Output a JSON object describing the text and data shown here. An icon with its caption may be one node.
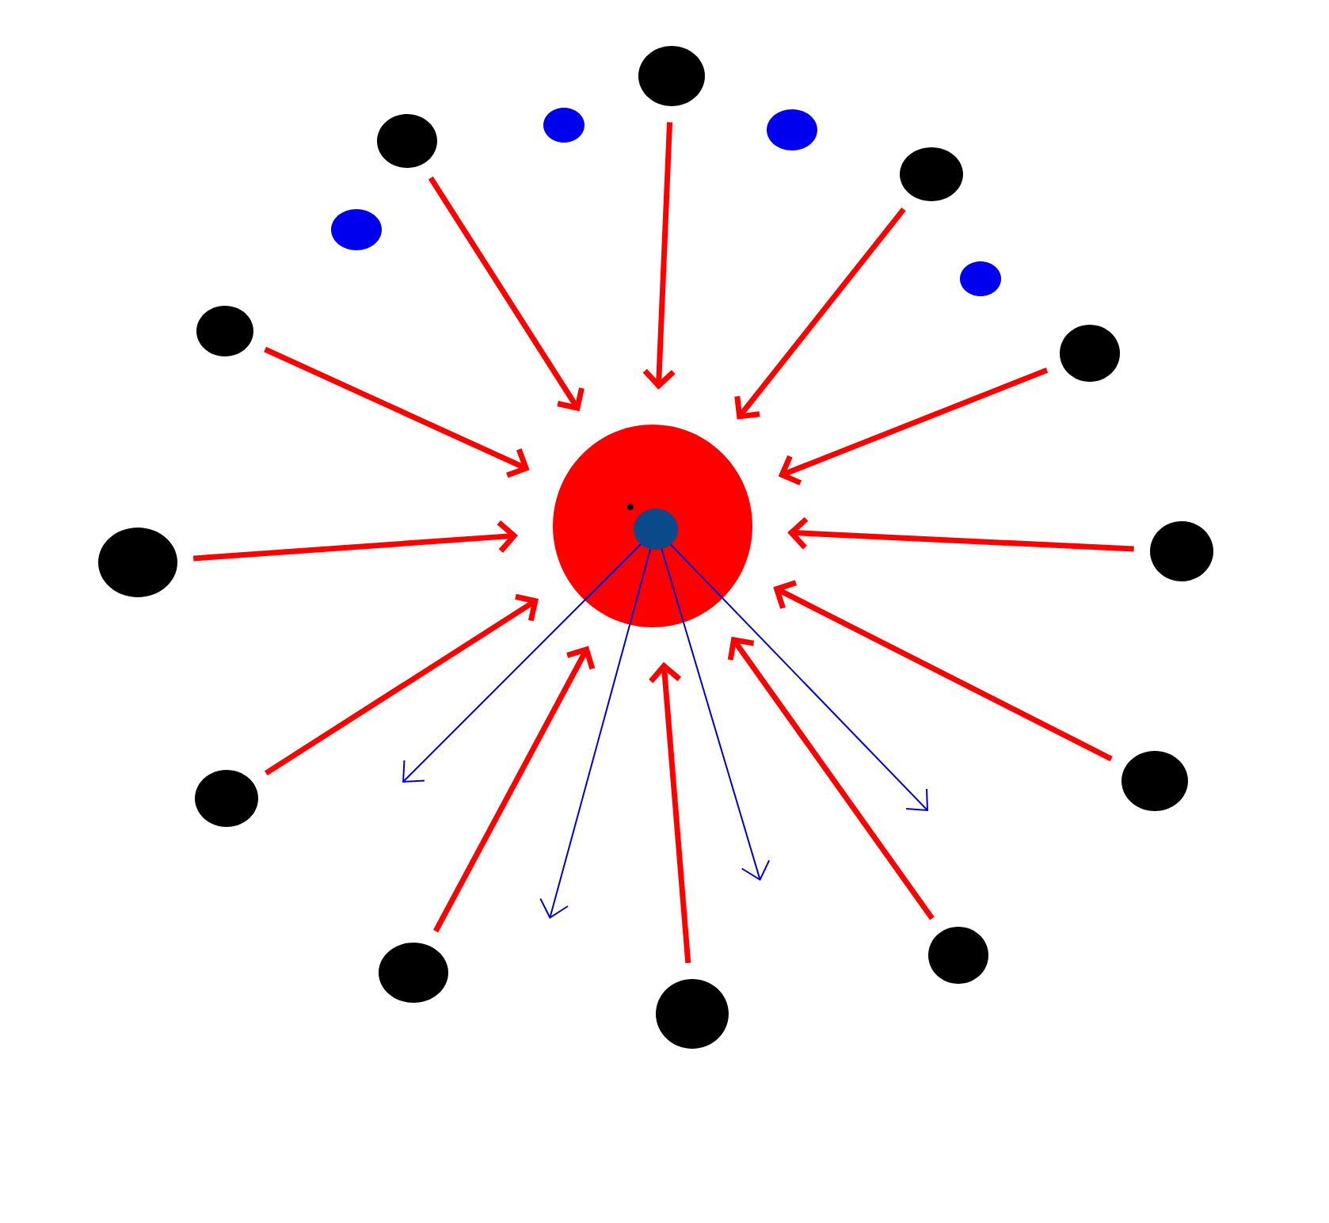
{
  "diagram": {
    "nodes": [
      {
        "text": [],
        "shape": "circle"
      },
      {
        "text": [],
        "shape": "circle"
      },
      {
        "text": [],
        "shape": "circle"
      },
      {
        "text": [],
        "shape": "circle"
      },
      {
        "text": [],
        "shape": "circle"
      },
      {
        "text": [],
        "shape": "circle"
      },
      {
        "text": [],
        "shape": "circle"
      },
      {
        "text": [],
        "shape": "circle"
      },
      {
        "text": [],
        "shape": "circle"
      },
      {
        "text": [],
        "shape": "circle"
      },
      {
        "text": [],
        "shape": "circle",
        "in": 9
      },
      {
        "text": [],
        "shape": "circle"
      },
      {
        "text": [],
        "shape": "circle"
      },
      {
        "text": [],
        "shape": "circle"
      },
      {
        "text": [],
        "shape": "circle"
      },
      {
        "text": [],
        "shape": "circle"
      },
      {
        "text": [],
        "shape": "circle"
      },
      {
        "text": [],
        "shape": "circle"
      }
    ],
    "edges": [
      {
        "from": 0,
        "to": 9,
        "arrow": "to"
      },
      {
        "from": 3,
        "to": 9,
        "arrow": "to"
      },
      {
        "from": 4,
        "to": 9,
        "arrow": "to"
      },
      {
        "from": 7,
        "to": 9,
        "arrow": "to"
      },
      {
        "from": 8,
        "to": 9,
        "arrow": "to"
      },
      {
        "from": 12,
        "to": 9,
        "arrow": "to"
      },
      {
        "from": 11,
        "to": 9,
        "arrow": "to"
      },
      {
        "from": 14,
        "to": 9,
        "arrow": "to"
      },
      {
        "from": 13,
        "to": 9,
        "arrow": "to"
      },
      {
        "from": 16,
        "to": 9,
        "arrow": "to"
      },
      {
        "from": 17,
        "to": 9,
        "arrow": "to"
      },
      {
        "from": 15,
        "to": 9,
        "arrow": "to"
      },
      {
        "from": 10,
        "to": null,
        "arrow": "to",
        "color": "#0000cc"
      },
      {
        "from": 10,
        "to": null,
        "arrow": "to",
        "color": "#0000cc"
      },
      {
        "from": 10,
        "to": null,
        "arrow": "to",
        "color": "#0000cc"
      },
      {
        "from": 10,
        "to": null,
        "arrow": "to",
        "color": "#0000cc"
      }
    ]
  }
}
